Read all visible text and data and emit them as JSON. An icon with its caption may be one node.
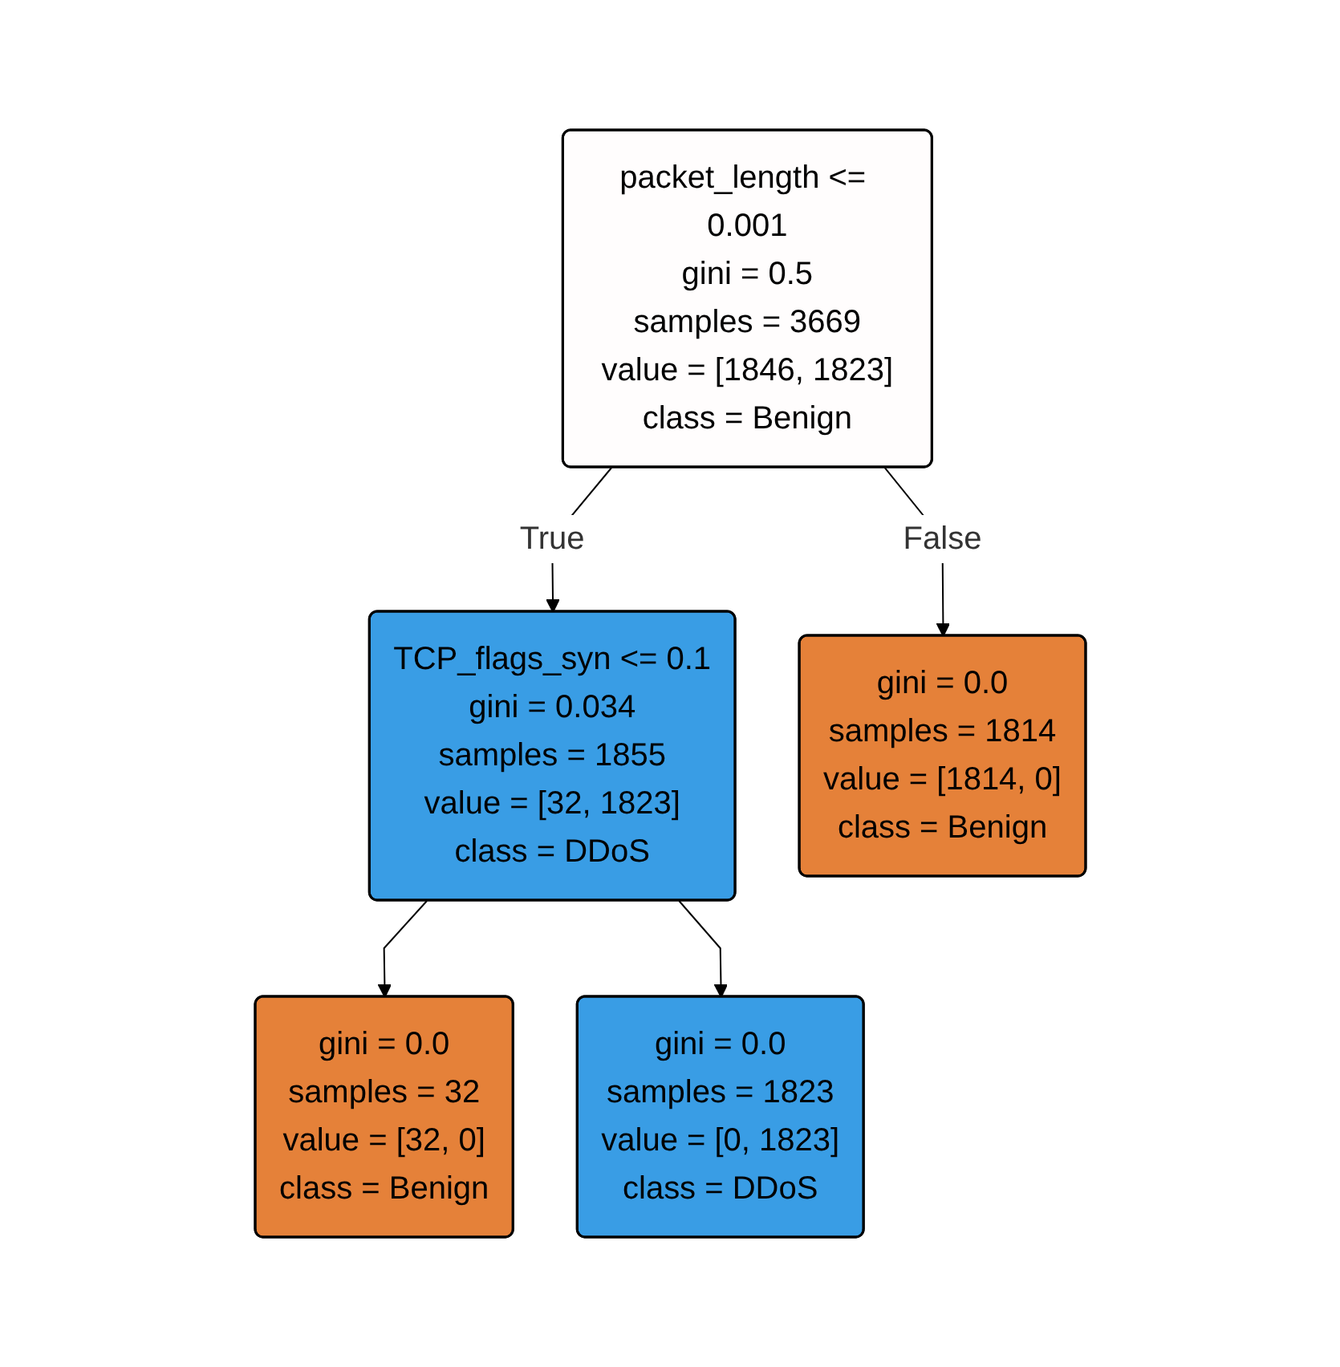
{
  "diagram": {
    "nodes": [
      {
        "text": [
          "packet_length <= 0.001",
          "gini = 0.5",
          "samples = 3669",
          "value = [1846, 1823]",
          "class = Benign"
        ]
      },
      {
        "text": [
          "TCP_flags_syn <= 0.1",
          "gini = 0.034",
          "samples = 1855",
          "value = [32, 1823]",
          "class = DDoS"
        ]
      },
      {
        "text": [
          "gini = 0.0",
          "samples = 1814",
          "value = [1814, 0]",
          "class = Benign"
        ]
      },
      {
        "text": [
          "gini = 0.0",
          "samples = 32",
          "value = [32, 0]",
          "class = Benign"
        ]
      },
      {
        "text": [
          "gini = 0.0",
          "samples = 1823",
          "value = [0, 1823]",
          "class = DDoS"
        ]
      }
    ],
    "edges": [
      {
        "from": 0,
        "to": 1,
        "arrow": "to",
        "label": "True"
      },
      {
        "from": 0,
        "to": 2,
        "arrow": "to",
        "label": "False"
      },
      {
        "from": 1,
        "to": 3,
        "arrow": "to"
      },
      {
        "from": 1,
        "to": 4,
        "arrow": "to"
      }
    ]
  }
}
